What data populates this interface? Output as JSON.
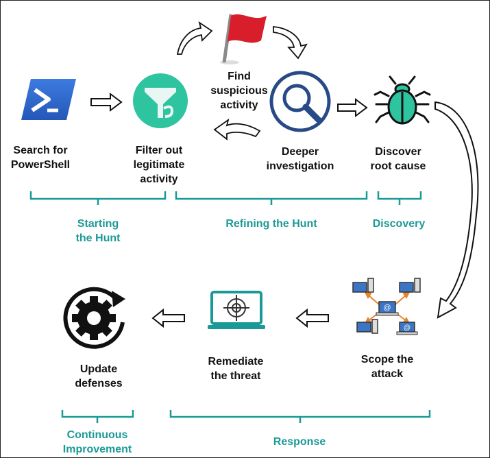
{
  "steps": [
    {
      "id": "search",
      "label": "Search for\nPowerShell",
      "icon": "powershell-icon"
    },
    {
      "id": "filter",
      "label": "Filter out\nlegitimate\nactivity",
      "icon": "filter-icon"
    },
    {
      "id": "find",
      "label": "Find\nsuspicious\nactivity",
      "icon": "red-flag-icon"
    },
    {
      "id": "investigate",
      "label": "Deeper\ninvestigation",
      "icon": "magnifier-icon"
    },
    {
      "id": "discover",
      "label": "Discover\nroot cause",
      "icon": "bug-icon"
    },
    {
      "id": "scope",
      "label": "Scope the\nattack",
      "icon": "network-icon"
    },
    {
      "id": "remediate",
      "label": "Remediate\nthe threat",
      "icon": "target-monitor-icon"
    },
    {
      "id": "update",
      "label": "Update\ndefenses",
      "icon": "gear-cycle-icon"
    }
  ],
  "groups": [
    {
      "id": "starting",
      "label": "Starting\nthe Hunt"
    },
    {
      "id": "refining",
      "label": "Refining the Hunt"
    },
    {
      "id": "discovery",
      "label": "Discovery"
    },
    {
      "id": "continuous",
      "label": "Continuous\nImprovement"
    },
    {
      "id": "response",
      "label": "Response"
    }
  ],
  "colors": {
    "teal": "#1a9a96",
    "icon_teal": "#2ec4a0",
    "powershell_blue": "#2d6ad1",
    "navy": "#284a86",
    "flag_red": "#d81e2a",
    "label": "#111111"
  }
}
